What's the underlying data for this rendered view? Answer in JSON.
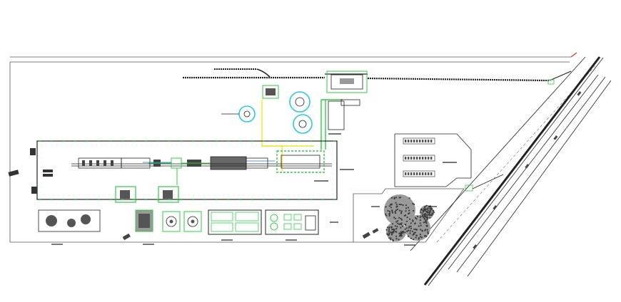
{
  "colors": {
    "background": "#ffffff",
    "linework": "#222222",
    "pipe_green": "#2ecc40",
    "pipe_yellow": "#f5e000",
    "tank_cyan": "#29c8e0",
    "blue_pipe": "#2060ff",
    "accent_red": "#e03020",
    "vegetation": "#333333"
  },
  "drawing": {
    "type": "site-plan",
    "elements": [
      "site-boundary",
      "rail-track",
      "highway",
      "main-process-hall",
      "storage-tanks",
      "parking-area",
      "tree-cluster",
      "water-treatment-tanks",
      "landscape-plot"
    ]
  }
}
